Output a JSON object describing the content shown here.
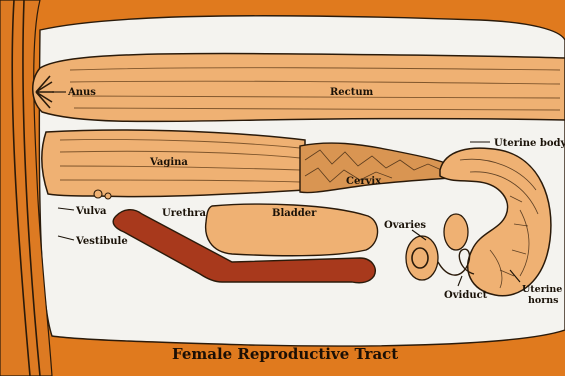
{
  "title": "Female Reproductive Tract",
  "labels": {
    "anus": "Anus",
    "rectum": "Rectum",
    "vagina": "Vagina",
    "cervix": "Cervix",
    "uterine_body": "Uterine body",
    "vulva": "Vulva",
    "vestibule": "Vestibule",
    "urethra": "Urethra",
    "bladder": "Bladder",
    "ovaries": "Ovaries",
    "oviduct": "Oviduct",
    "uterine_horns_line1": "Uterine",
    "uterine_horns_line2": "horns"
  },
  "colors": {
    "background": "#e07a1e",
    "cavity": "#f4f3ef",
    "tissue": "#efb173",
    "tissue_dark": "#d99552",
    "urethra_red": "#a8391c",
    "outline": "#2a1a0a"
  }
}
